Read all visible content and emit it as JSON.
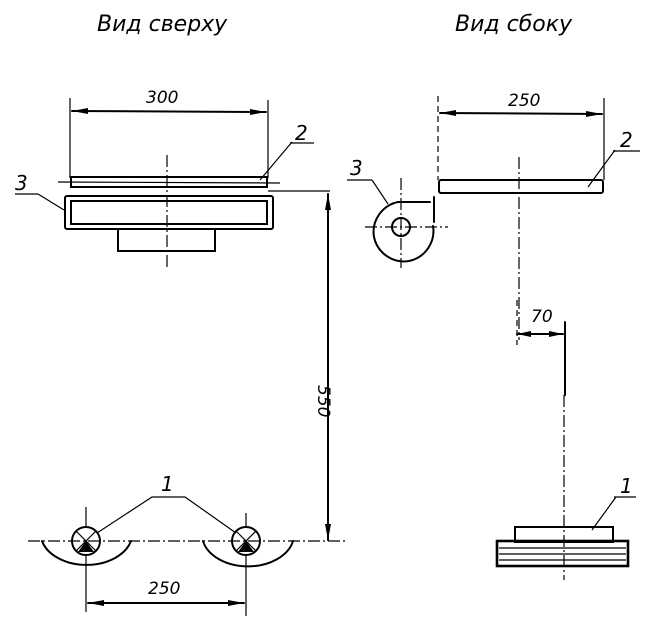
{
  "diagram": {
    "views": {
      "top": {
        "title": "Вид сверху"
      },
      "side": {
        "title": "Вид сбоку"
      }
    },
    "dimensions": {
      "top_width": "300",
      "side_width": "250",
      "height_550": "550",
      "side_offset": "70",
      "bottom_spacing": "250"
    },
    "callouts": {
      "part1": "1",
      "part2": "2",
      "part3": "3"
    },
    "colors": {
      "ink": "#000000",
      "paper": "#ffffff"
    }
  }
}
